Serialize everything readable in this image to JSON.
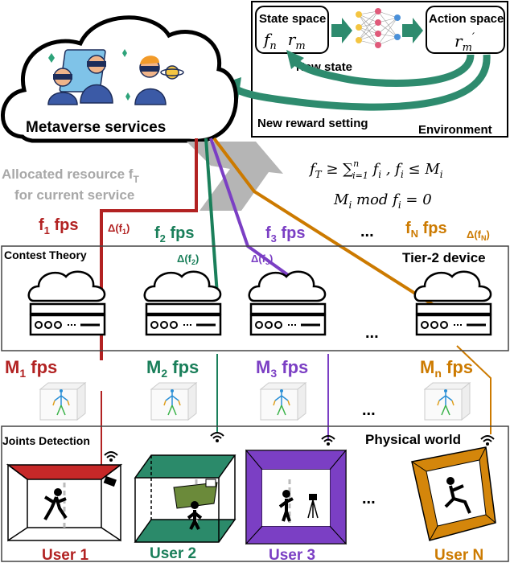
{
  "cloud": {
    "title": "Metaverse services"
  },
  "env": {
    "state_space_label": "State space",
    "state_vars": [
      "f",
      "n",
      "r",
      "m"
    ],
    "action_space_label": "Action space",
    "action_var": "r",
    "action_sub": "m",
    "action_prime": "′",
    "new_state_label": "New state",
    "new_reward_label": "New reward setting",
    "environment_label": "Environment"
  },
  "allocated": {
    "line1": "Allocated resource f",
    "line1_sub": "T",
    "line2": "for current service"
  },
  "formulas": {
    "f1_lhs": "f",
    "f1_lhs_sub": "T",
    "f1_ge": " ≥ ∑",
    "f1_sum_top": "n",
    "f1_sum_bot": "i=1",
    "f1_rest": " f",
    "f1_rest_sub": "i",
    "f1_cond": " , f",
    "f1_cond_sub": "i",
    "f1_le": " ≤ M",
    "f1_le_sub": "i",
    "f2_lhs": "M",
    "f2_lhs_sub": "i",
    "f2_mod": " mod f",
    "f2_mod_sub": "i",
    "f2_eq": " = 0"
  },
  "fps_labels": [
    {
      "main": "f",
      "sub": "1",
      "suffix": " fps",
      "color": "#b22222"
    },
    {
      "main": "f",
      "sub": "2",
      "suffix": " fps",
      "color": "#1a7f5a"
    },
    {
      "main": "f",
      "sub": "3",
      "suffix": " fps",
      "color": "#7b3fc4"
    },
    {
      "main": "f",
      "sub": "N",
      "suffix": " fps",
      "color": "#cc7a00"
    }
  ],
  "deltas": [
    {
      "text": "Δ(f",
      "sub": "1",
      "close": ")",
      "color": "#b22222"
    },
    {
      "text": "Δ(f",
      "sub": "2",
      "close": ")",
      "color": "#1a7f5a"
    },
    {
      "text": "Δ(f",
      "sub": "3",
      "close": ")",
      "color": "#7b3fc4"
    },
    {
      "text": "Δ(f",
      "sub": "N",
      "close": ")",
      "color": "#cc7a00"
    }
  ],
  "ellipsis": "...",
  "tier2": {
    "left_label": "Contest Theory",
    "right_label": "Tier-2 device"
  },
  "device_fps": [
    {
      "main": "M",
      "sub": "1",
      "suffix": " fps",
      "color": "#b22222"
    },
    {
      "main": "M",
      "sub": "2",
      "suffix": " fps",
      "color": "#1a7f5a"
    },
    {
      "main": "M",
      "sub": "3",
      "suffix": " fps",
      "color": "#7b3fc4"
    },
    {
      "main": "M",
      "sub": "n",
      "suffix": " fps",
      "color": "#cc7a00"
    }
  ],
  "physical": {
    "left_label": "Joints Detection",
    "right_label": "Physical world"
  },
  "users": [
    {
      "label": "User 1",
      "color": "#b22222"
    },
    {
      "label": "User 2",
      "color": "#1a7f5a"
    },
    {
      "label": "User 3",
      "color": "#7b3fc4"
    },
    {
      "label": "User N",
      "color": "#cc7a00"
    }
  ],
  "colors": {
    "red": "#b22222",
    "green": "#1a7f5a",
    "purple": "#7b3fc4",
    "orange": "#cc7a00",
    "teal_arrow": "#2e8b6e",
    "gray_arrow": "#b5b5b5"
  }
}
